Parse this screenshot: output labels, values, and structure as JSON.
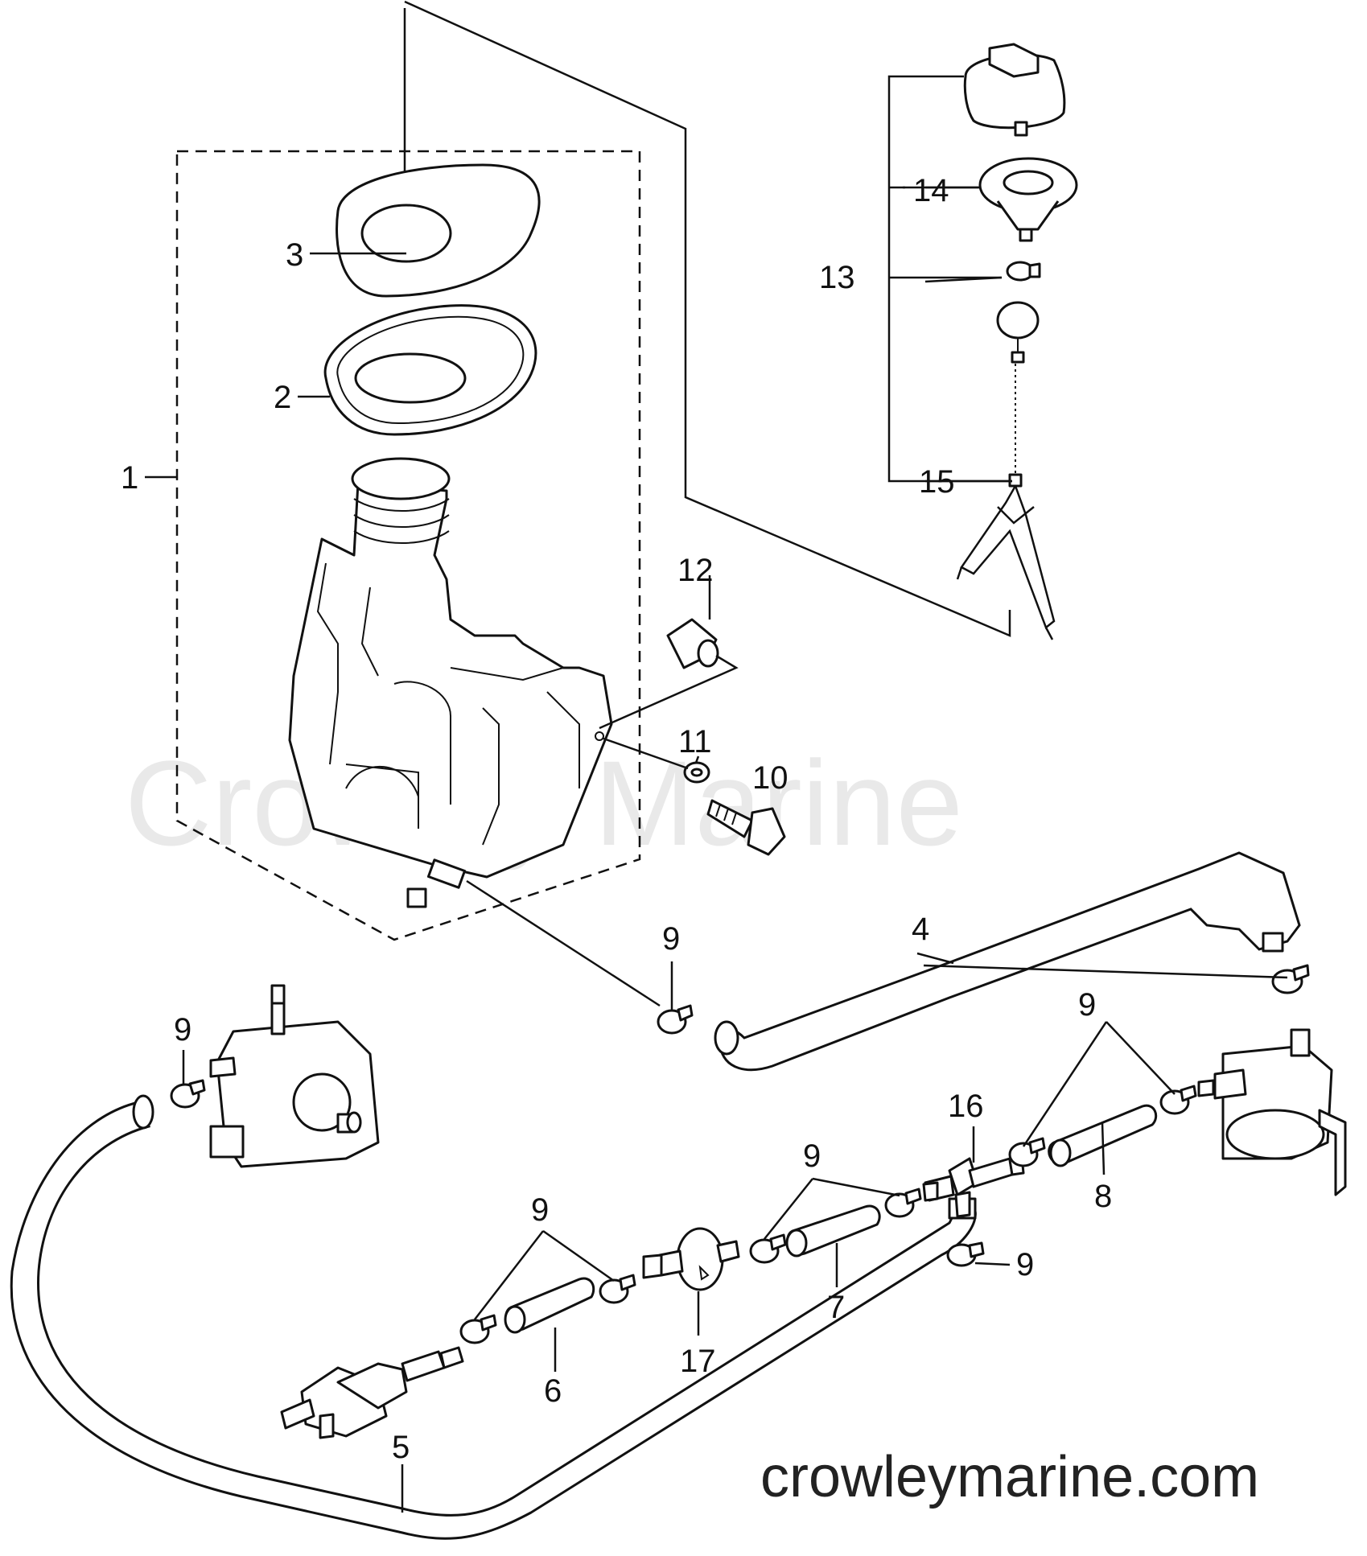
{
  "watermark": "Crowley Marine",
  "footer": "crowleymarine.com",
  "callouts": {
    "c1": "1",
    "c2": "2",
    "c3": "3",
    "c4": "4",
    "c5": "5",
    "c6": "6",
    "c7": "7",
    "c8": "8",
    "c9a": "9",
    "c9b": "9",
    "c9c": "9",
    "c9d": "9",
    "c9e": "9",
    "c9f": "9",
    "c10": "10",
    "c11": "11",
    "c12": "12",
    "c13": "13",
    "c14": "14",
    "c15": "15",
    "c16": "16",
    "c17": "17"
  }
}
